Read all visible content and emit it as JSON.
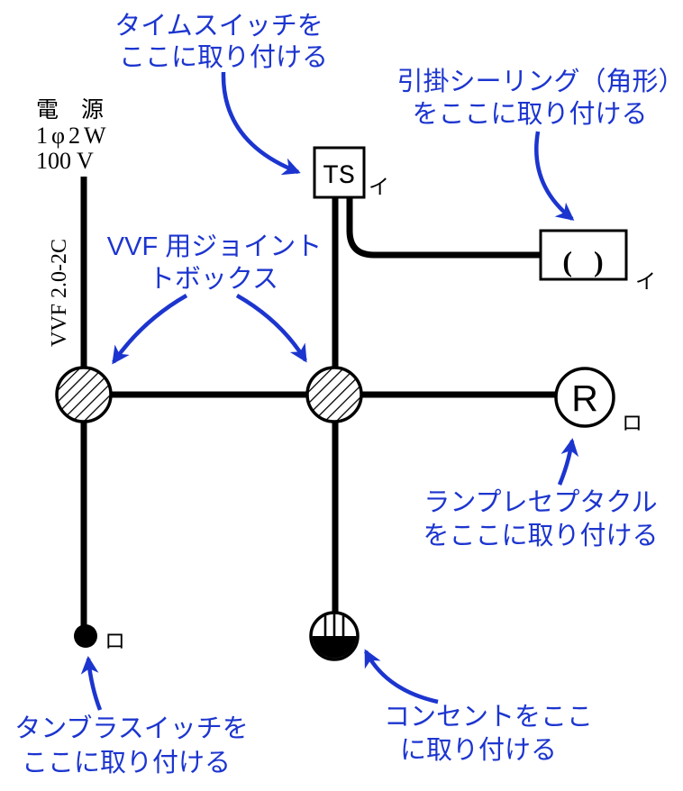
{
  "colors": {
    "annotation_blue": "#1c35cf",
    "line_black": "#000000",
    "background": "#ffffff"
  },
  "power_source": {
    "name_label": "電　源",
    "phase_label": "1φ2W",
    "voltage_label": "100 V"
  },
  "cable_label": "VVF 2.0-2C",
  "symbols": {
    "time_switch": "TS",
    "ceiling_rose": "( )",
    "lamp_receptacle": "R"
  },
  "circuit_marks": {
    "time_switch": "イ",
    "ceiling_rose": "イ",
    "lamp_receptacle": "ロ",
    "tumbler_switch": "ロ"
  },
  "annotations": {
    "time_switch": {
      "line1": "タイムスイッチを",
      "line2": "ここに取り付ける"
    },
    "ceiling_rose": {
      "line1": "引掛シーリング（角形）",
      "line2": "をここに取り付ける"
    },
    "joint_box": {
      "line1": "VVF 用ジョイント",
      "line2": "トボックス"
    },
    "lamp_receptacle": {
      "line1": "ランプレセプタクル",
      "line2": "をここに取り付ける"
    },
    "tumbler_switch": {
      "line1": "タンブラスイッチを",
      "line2": "ここに取り付ける"
    },
    "outlet": {
      "line1": "コンセントをここ",
      "line2": "に取り付ける"
    }
  }
}
